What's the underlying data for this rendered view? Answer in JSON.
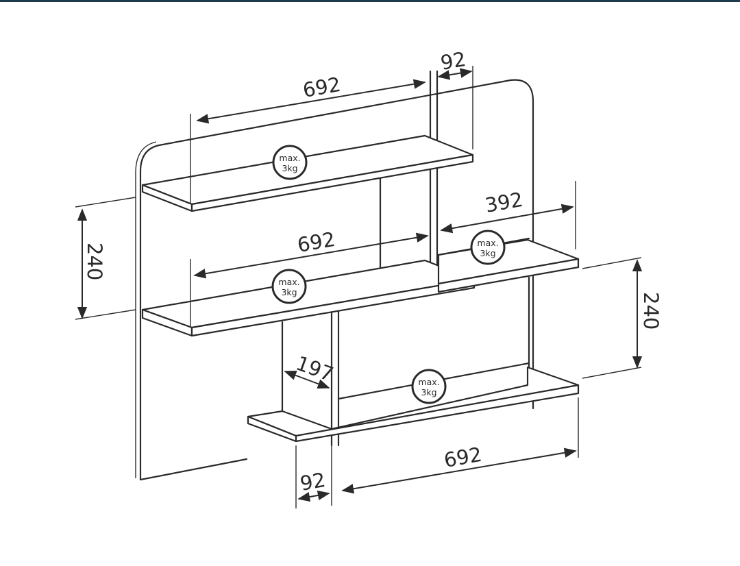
{
  "dimensions": {
    "top_shelf_width": "692",
    "top_shelf_depth": "92",
    "middle_shelf_width": "692",
    "right_shelf_width": "392",
    "left_height": "240",
    "right_height": "240",
    "divider_depth": "197",
    "bottom_shelf_depth": "92",
    "bottom_shelf_width": "692"
  },
  "load_badges": [
    {
      "line1": "max.",
      "line2": "3kg"
    },
    {
      "line1": "max.",
      "line2": "3kg"
    },
    {
      "line1": "max.",
      "line2": "3kg"
    },
    {
      "line1": "max.",
      "line2": "3kg"
    }
  ]
}
